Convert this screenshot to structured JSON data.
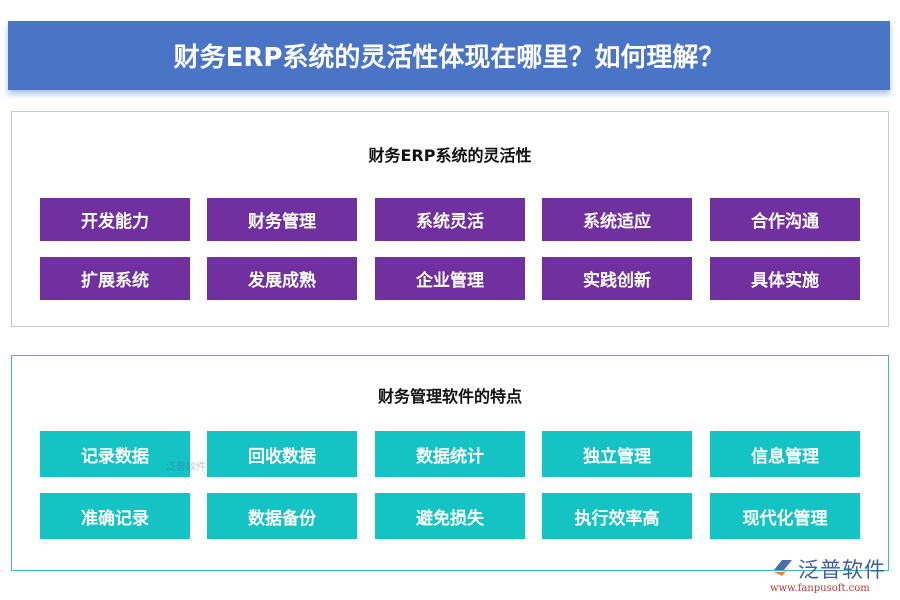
{
  "title": "财务ERP系统的灵活性体现在哪里？如何理解？",
  "sections": [
    {
      "title": "财务ERP系统的灵活性",
      "color": "#7030a0",
      "items": [
        "开发能力",
        "财务管理",
        "系统灵活",
        "系统适应",
        "合作沟通",
        "扩展系统",
        "发展成熟",
        "企业管理",
        "实践创新",
        "具体实施"
      ]
    },
    {
      "title": "财务管理软件的特点",
      "color": "#14c4c4",
      "items": [
        "记录数据",
        "回收数据",
        "数据统计",
        "独立管理",
        "信息管理",
        "准确记录",
        "数据备份",
        "避免损失",
        "执行效率高",
        "现代化管理"
      ]
    }
  ],
  "logo": {
    "name": "泛普软件",
    "url": "www.fanpusoft.com"
  },
  "colors": {
    "banner": "#4a75c7",
    "purple": "#7030a0",
    "teal": "#14c4c4"
  }
}
